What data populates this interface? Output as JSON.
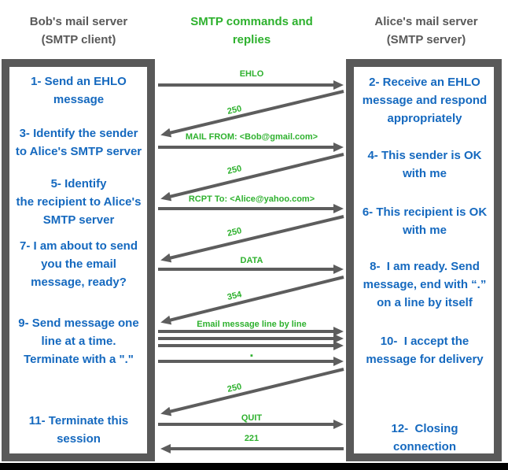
{
  "headers": {
    "left": "Bob's mail server\n(SMTP client)",
    "middle": "SMTP commands and\nreplies",
    "right": "Alice's mail server\n(SMTP server)"
  },
  "client_box": {
    "step1": "1- Send an EHLO\nmessage",
    "step3": "3- Identify the sender\nto Alice's SMTP server",
    "step5": "5- Identify\nthe recipient to Alice's\nSMTP server",
    "step7": "7- I am about to send\nyou the email\nmessage, ready?",
    "step9": "9- Send message one\nline at a time.\nTerminate with a \".\"",
    "step11": "11- Terminate this\nsession"
  },
  "server_box": {
    "step2": "2- Receive an EHLO\nmessage and respond\nappropriately",
    "step4": "4- This sender is OK\nwith me",
    "step6": "6- This recipient is OK\nwith me",
    "step8": "8-  I am ready. Send\nmessage, end with “.”\non a line by itself",
    "step10": "10-  I accept the\nmessage for delivery",
    "step12": "12-  Closing\nconnection"
  },
  "messages": {
    "ehlo": "EHLO",
    "reply_250_1": "250",
    "mail_from": "MAIL FROM: <Bob@gmail.com>",
    "reply_250_2": "250",
    "rcpt_to": "RCPT To: <Alice@yahoo.com>",
    "reply_250_3": "250",
    "data": "DATA",
    "reply_354": "354",
    "email_lines": "Email message line by line",
    "dot_terminator": "▪",
    "reply_250_4": "250",
    "quit": "QUIT",
    "reply_221": "221"
  },
  "colors": {
    "blue_text": "#1569bf",
    "green_text": "#2eb12e",
    "gray_border": "#595959",
    "arrow_gray": "#5d5d5d"
  }
}
